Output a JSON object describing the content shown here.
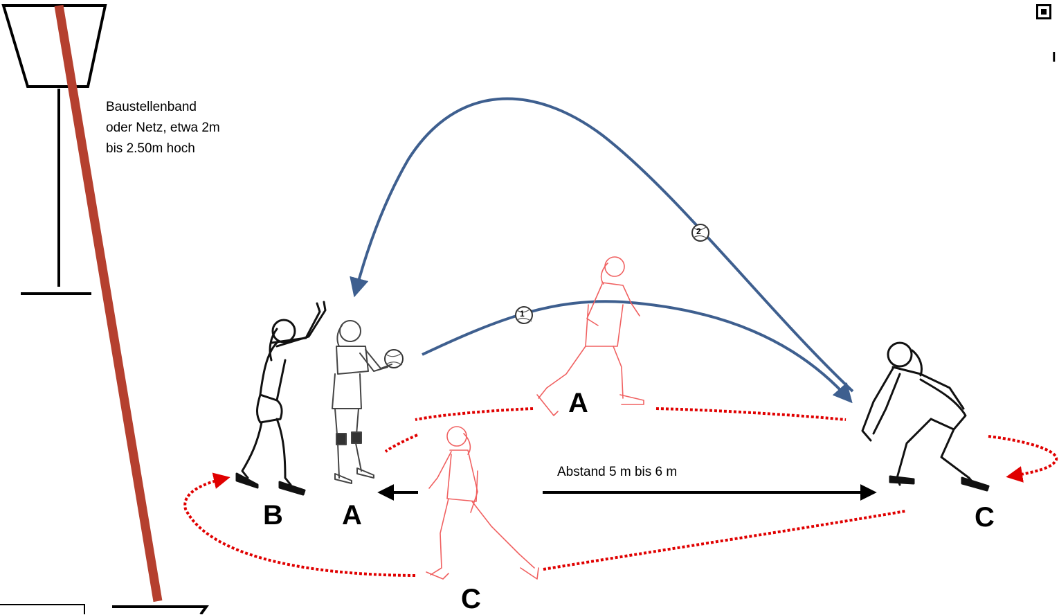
{
  "annotation": {
    "line1": "Baustellenband",
    "line2": "oder Netz, etwa 2m",
    "line3": "bis 2.50m hoch"
  },
  "distance_label": "Abstand 5 m bis 6 m",
  "players": {
    "b_left": "B",
    "a_left": "A",
    "a_run": "A",
    "c_right": "C",
    "c_run": "C"
  },
  "ball_numbers": [
    "1",
    "2"
  ],
  "corner": {
    "letter": "I"
  },
  "colors": {
    "tape": "#b5402f",
    "pass": "#3e5f8f",
    "run_path": "#e00000",
    "ghost_player": "#f06060"
  }
}
